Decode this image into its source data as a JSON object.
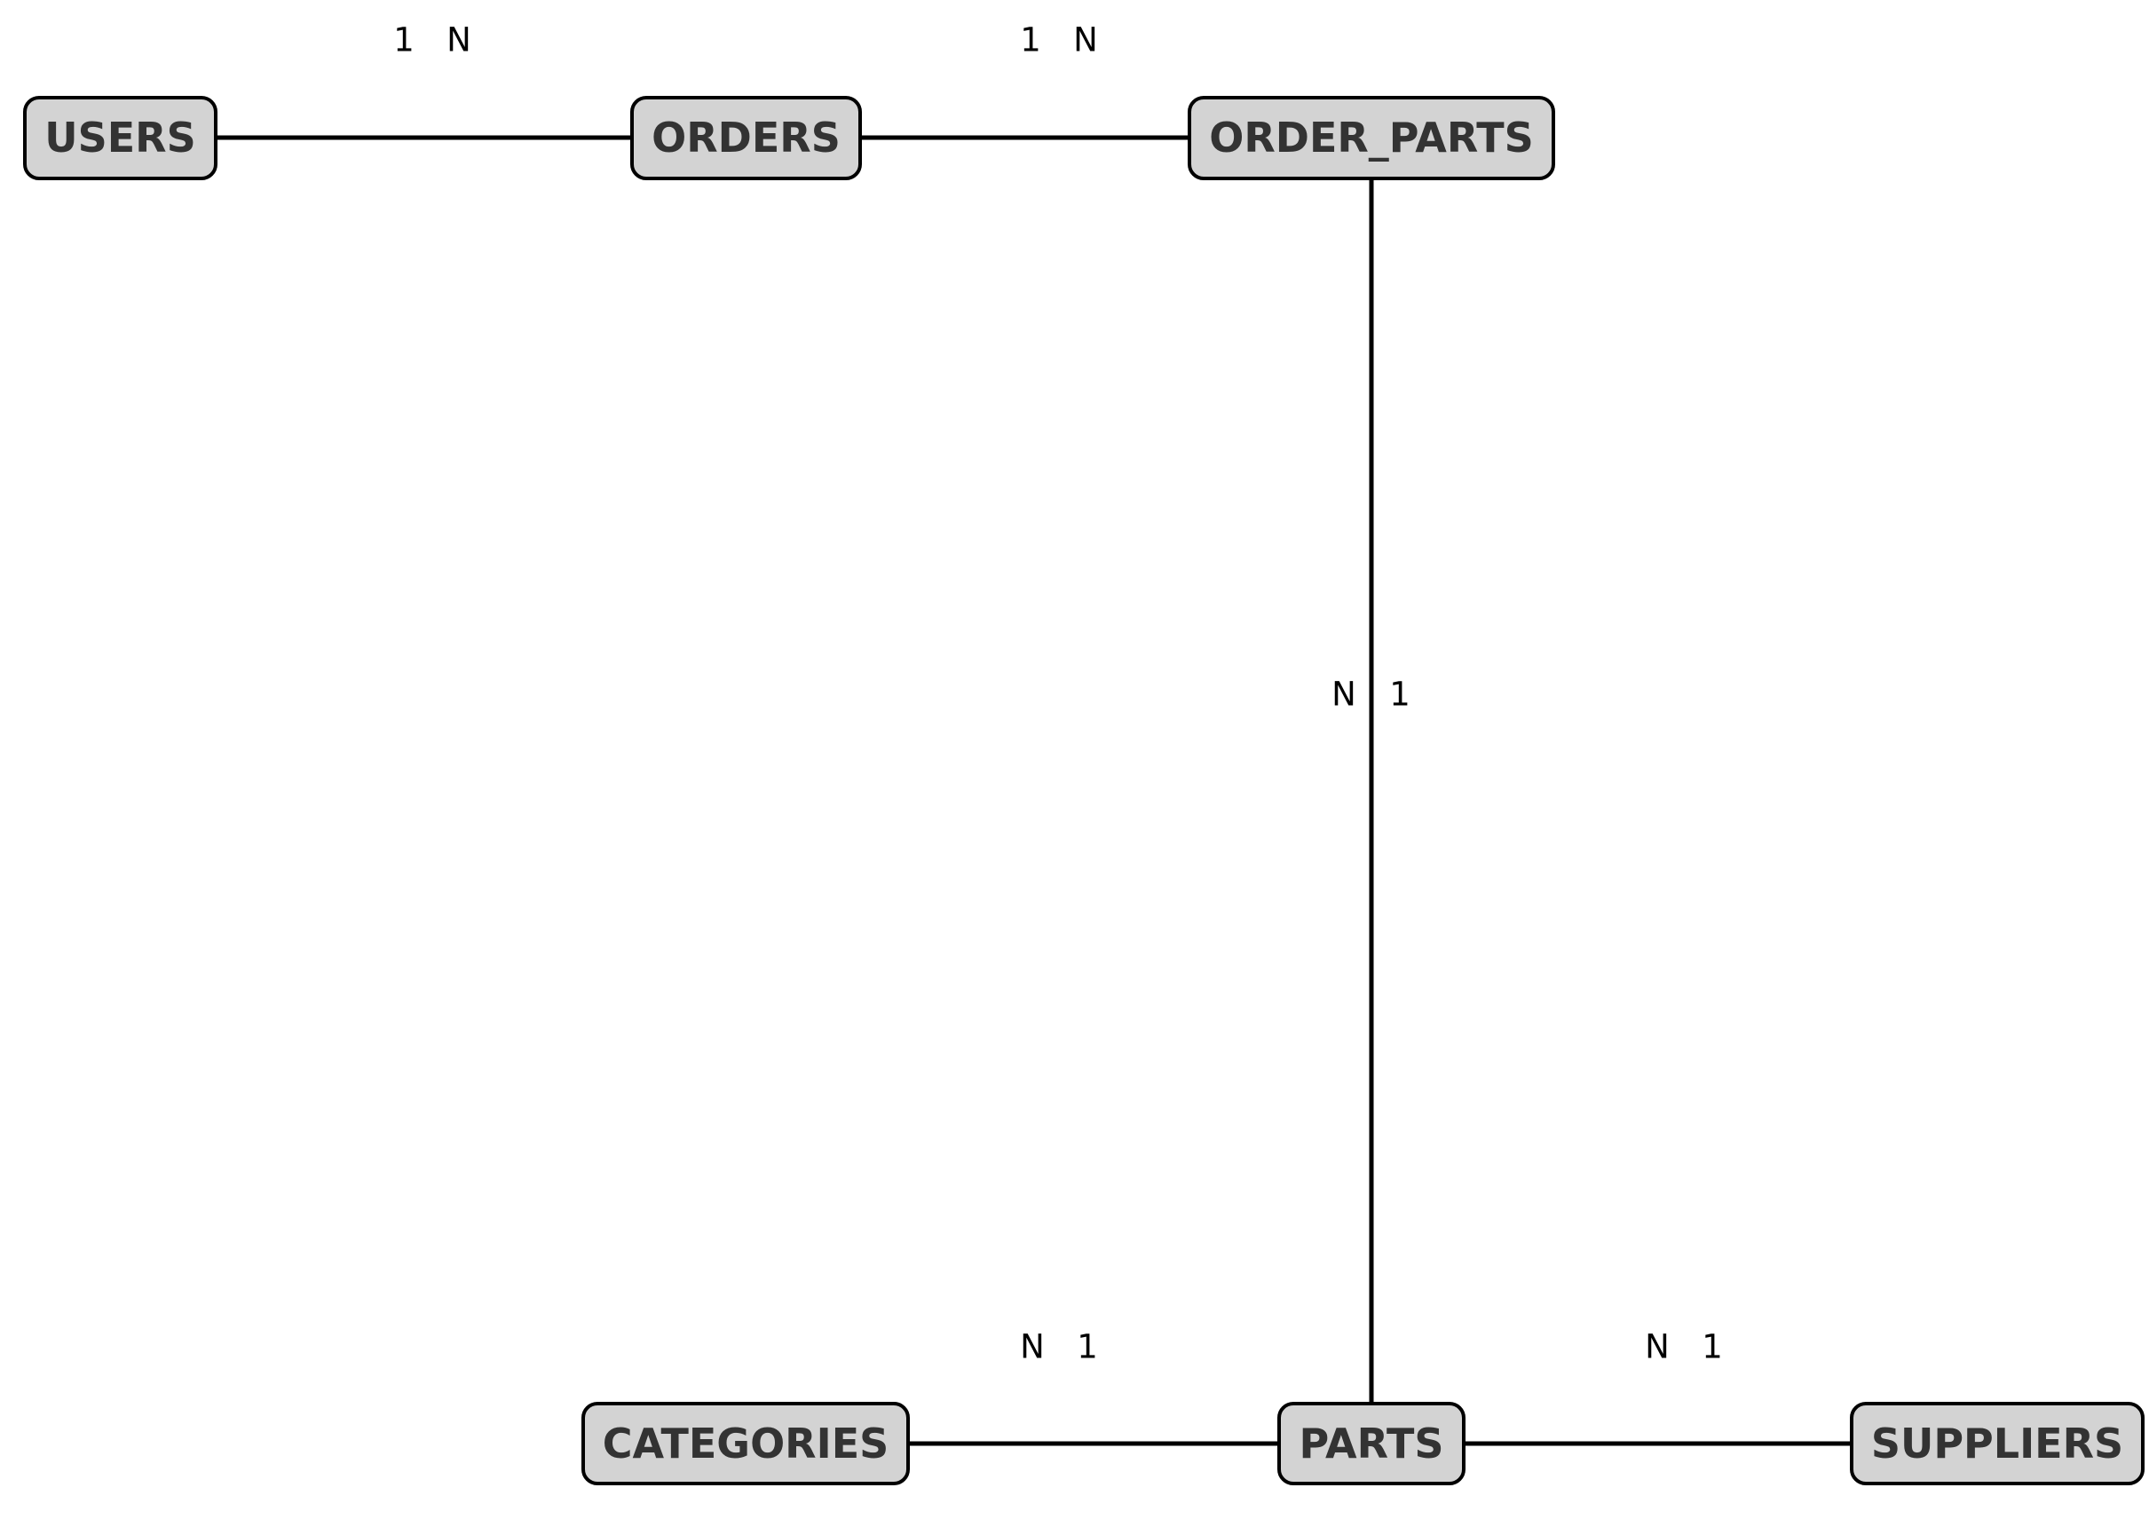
{
  "entities": {
    "users": "USERS",
    "orders": "ORDERS",
    "order_parts": "ORDER_PARTS",
    "categories": "CATEGORIES",
    "parts": "PARTS",
    "suppliers": "SUPPLIERS"
  },
  "relationships": [
    {
      "from": "USERS",
      "to": "ORDERS",
      "from_card": "1",
      "to_card": "N"
    },
    {
      "from": "ORDERS",
      "to": "ORDER_PARTS",
      "from_card": "1",
      "to_card": "N"
    },
    {
      "from": "ORDER_PARTS",
      "to": "PARTS",
      "from_card": "N",
      "to_card": "1"
    },
    {
      "from": "CATEGORIES",
      "to": "PARTS",
      "from_card": "N",
      "to_card": "1"
    },
    {
      "from": "PARTS",
      "to": "SUPPLIERS",
      "from_card": "N",
      "to_card": "1"
    }
  ],
  "colors": {
    "node_fill": "#d3d3d3",
    "node_stroke": "#000000",
    "node_text": "#333333",
    "edge": "#000000",
    "background": "#ffffff"
  }
}
